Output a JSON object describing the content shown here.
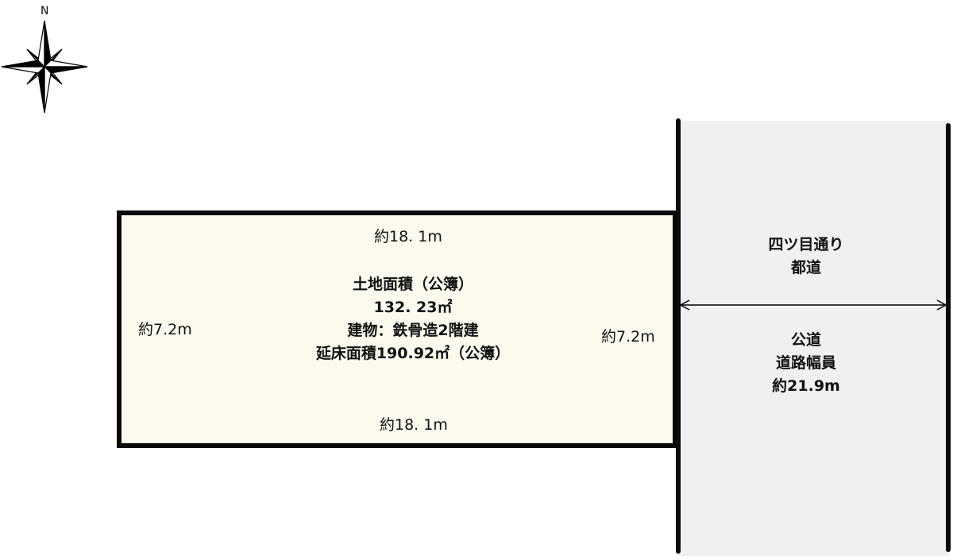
{
  "compass": {
    "label": "N",
    "icon": "north-arrow-compass-icon"
  },
  "lot": {
    "top_dimension": "約18. 1m",
    "bottom_dimension": "約18. 1m",
    "left_dimension": "約7.2m",
    "right_dimension": "約7.2m",
    "info_lines": [
      "土地面積（公簿）",
      "132. 23㎡",
      "建物：鉄骨造2階建",
      "延床面積190.92㎡（公簿）"
    ]
  },
  "road": {
    "name_lines": [
      "四ツ目通り",
      "都道"
    ],
    "info_lines": [
      "公道",
      "道路幅員",
      "約21.9m"
    ]
  },
  "colors": {
    "lot_fill": "#fcf9ef",
    "road_fill": "#f0f0f0",
    "line": "#0a0a0a"
  }
}
